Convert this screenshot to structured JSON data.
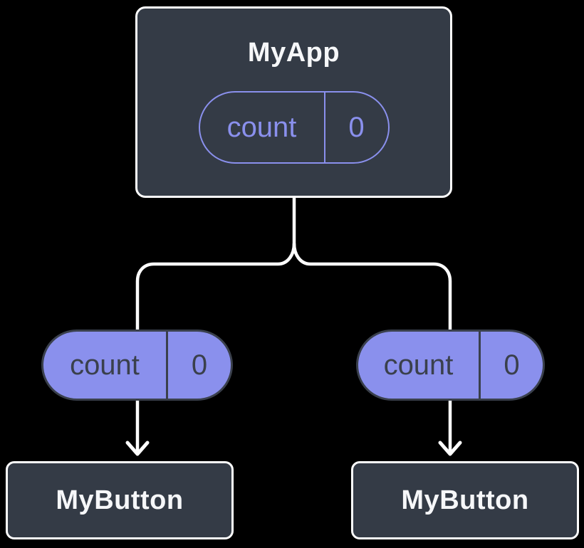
{
  "colors": {
    "background": "#000000",
    "surface": "#343B46",
    "accent_purple": "#8A90ED",
    "pill_ink": "#3A404C",
    "connector_white": "#FFFFFF",
    "text_light": "#F6F7F9"
  },
  "tree": {
    "root": {
      "title": "MyApp",
      "state_pill": {
        "label": "count",
        "value": "0"
      }
    },
    "children": [
      {
        "title": "MyButton",
        "prop_pill": {
          "label": "count",
          "value": "0"
        }
      },
      {
        "title": "MyButton",
        "prop_pill": {
          "label": "count",
          "value": "0"
        }
      }
    ]
  }
}
